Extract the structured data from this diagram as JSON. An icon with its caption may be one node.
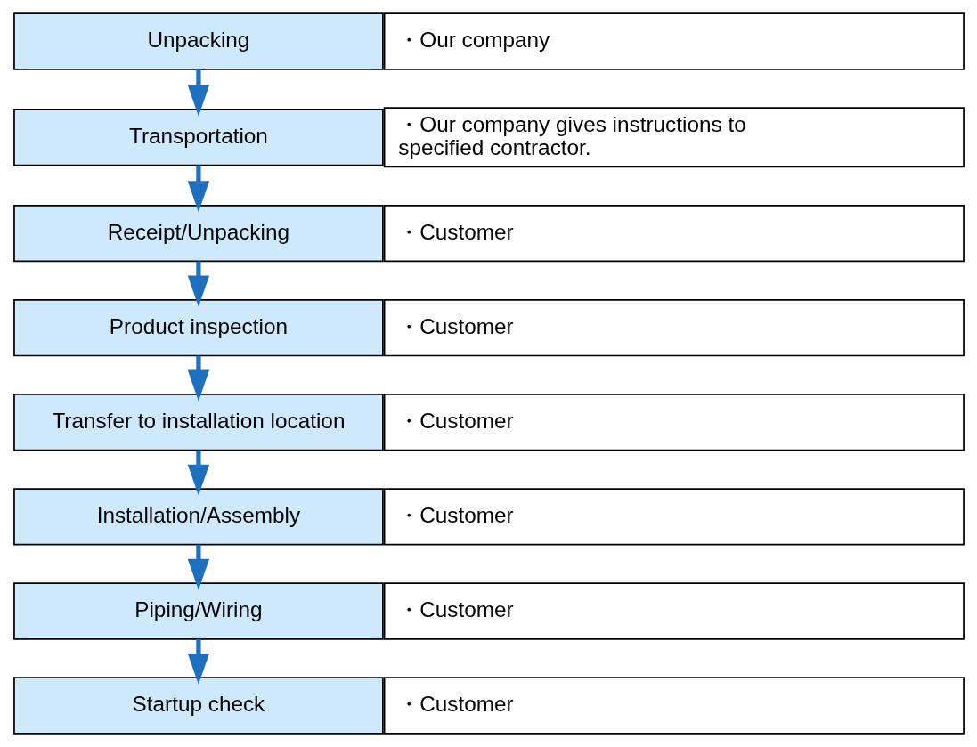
{
  "diagram": {
    "nodes": [
      {
        "text": [
          "Unpacking"
        ]
      },
      {
        "text": [
          "・Our company"
        ]
      },
      {
        "text": [
          "Transportation"
        ]
      },
      {
        "text": [
          "・Our company gives instructions to specified contractor."
        ]
      },
      {
        "text": [
          "Receipt/Unpacking"
        ]
      },
      {
        "text": [
          "・Customer"
        ]
      },
      {
        "text": [
          "Product inspection"
        ]
      },
      {
        "text": [
          "・Customer"
        ]
      },
      {
        "text": [
          "Transfer to installation location"
        ]
      },
      {
        "text": [
          "・Customer"
        ]
      },
      {
        "text": [
          "Installation/Assembly"
        ]
      },
      {
        "text": [
          "・Customer"
        ]
      },
      {
        "text": [
          "Piping/Wiring"
        ]
      },
      {
        "text": [
          "・Customer"
        ]
      },
      {
        "text": [
          "Startup check"
        ]
      },
      {
        "text": [
          "・Customer"
        ]
      }
    ],
    "edges": [
      {
        "from": 0,
        "to": 2,
        "arrow": "to"
      },
      {
        "from": 2,
        "to": 4,
        "arrow": "to"
      },
      {
        "from": 4,
        "to": 6,
        "arrow": "to"
      },
      {
        "from": 6,
        "to": 8,
        "arrow": "to"
      },
      {
        "from": 8,
        "to": 10,
        "arrow": "to"
      },
      {
        "from": 10,
        "to": 12,
        "arrow": "to"
      },
      {
        "from": 12,
        "to": 14,
        "arrow": "to"
      }
    ]
  }
}
